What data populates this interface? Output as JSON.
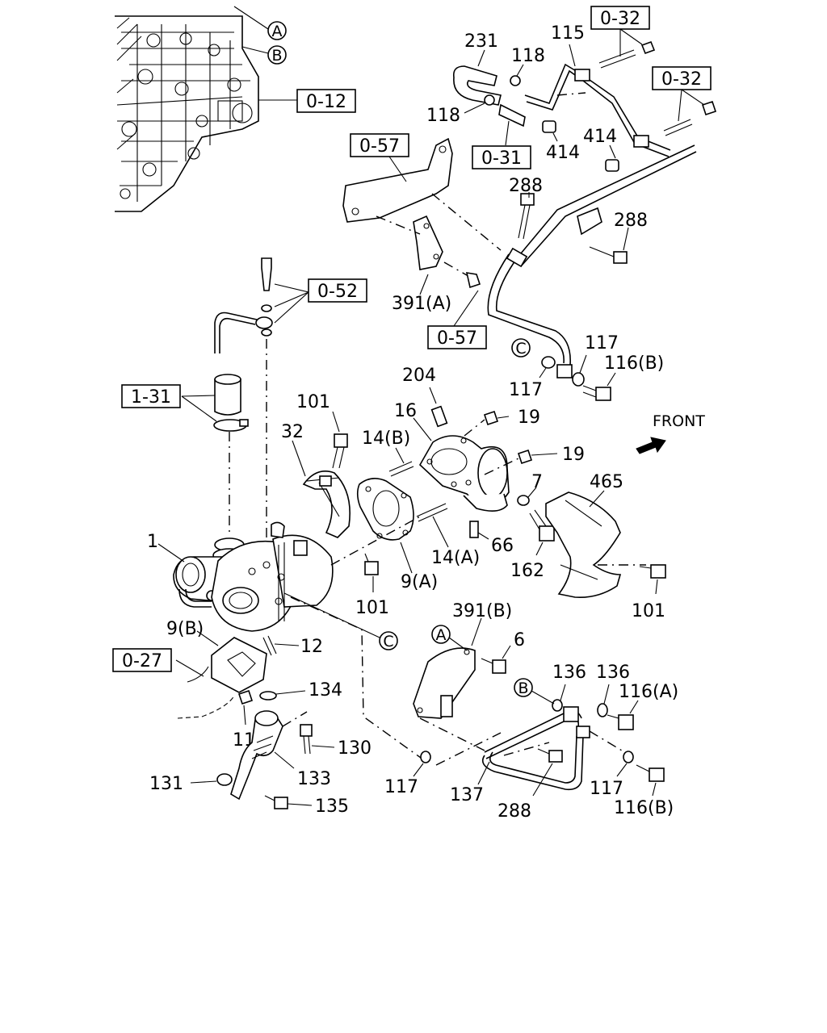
{
  "diagram": {
    "front_label": "FRONT",
    "ref_boxes": {
      "engine_ref": "0-12",
      "bracket_ref_top": "0-57",
      "union_ref": "0-31",
      "stud_ref_a": "0-32",
      "stud_ref_b": "0-32",
      "pipe_ref": "0-52",
      "bracket_ref_mid": "0-57",
      "hose_ref": "1-31",
      "manifold_ref": "0-27"
    },
    "circle_refs": {
      "a_engine": "A",
      "b_engine": "B",
      "c_top": "C",
      "c_turbo": "C",
      "a_bracket": "A",
      "b_pipe": "B"
    },
    "callouts": {
      "p231": "231",
      "p118_top": "118",
      "p118_left": "118",
      "p115": "115",
      "p414_a": "414",
      "p414_b": "414",
      "p288_top": "288",
      "p288_right": "288",
      "p391a": "391(A)",
      "p117_top": "117",
      "p117_left": "117",
      "p116b_top": "116(B)",
      "p204": "204",
      "p16": "16",
      "p19_a": "19",
      "p19_b": "19",
      "p101_top": "101",
      "p32": "32",
      "p14b": "14(B)",
      "p7": "7",
      "p465": "465",
      "p66": "66",
      "p162": "162",
      "p14a": "14(A)",
      "p1": "1",
      "p9a": "9(A)",
      "p101_mid": "101",
      "p101_right": "101",
      "p391b": "391(B)",
      "p6": "6",
      "p9b": "9(B)",
      "p12": "12",
      "p136_a": "136",
      "p136_b": "136",
      "p116a": "116(A)",
      "p134": "134",
      "p11": "11",
      "p130": "130",
      "p133": "133",
      "p131": "131",
      "p117_bot": "117",
      "p137": "137",
      "p288_bot": "288",
      "p117_bot_right": "117",
      "p116b_bot": "116(B)",
      "p135": "135"
    }
  }
}
